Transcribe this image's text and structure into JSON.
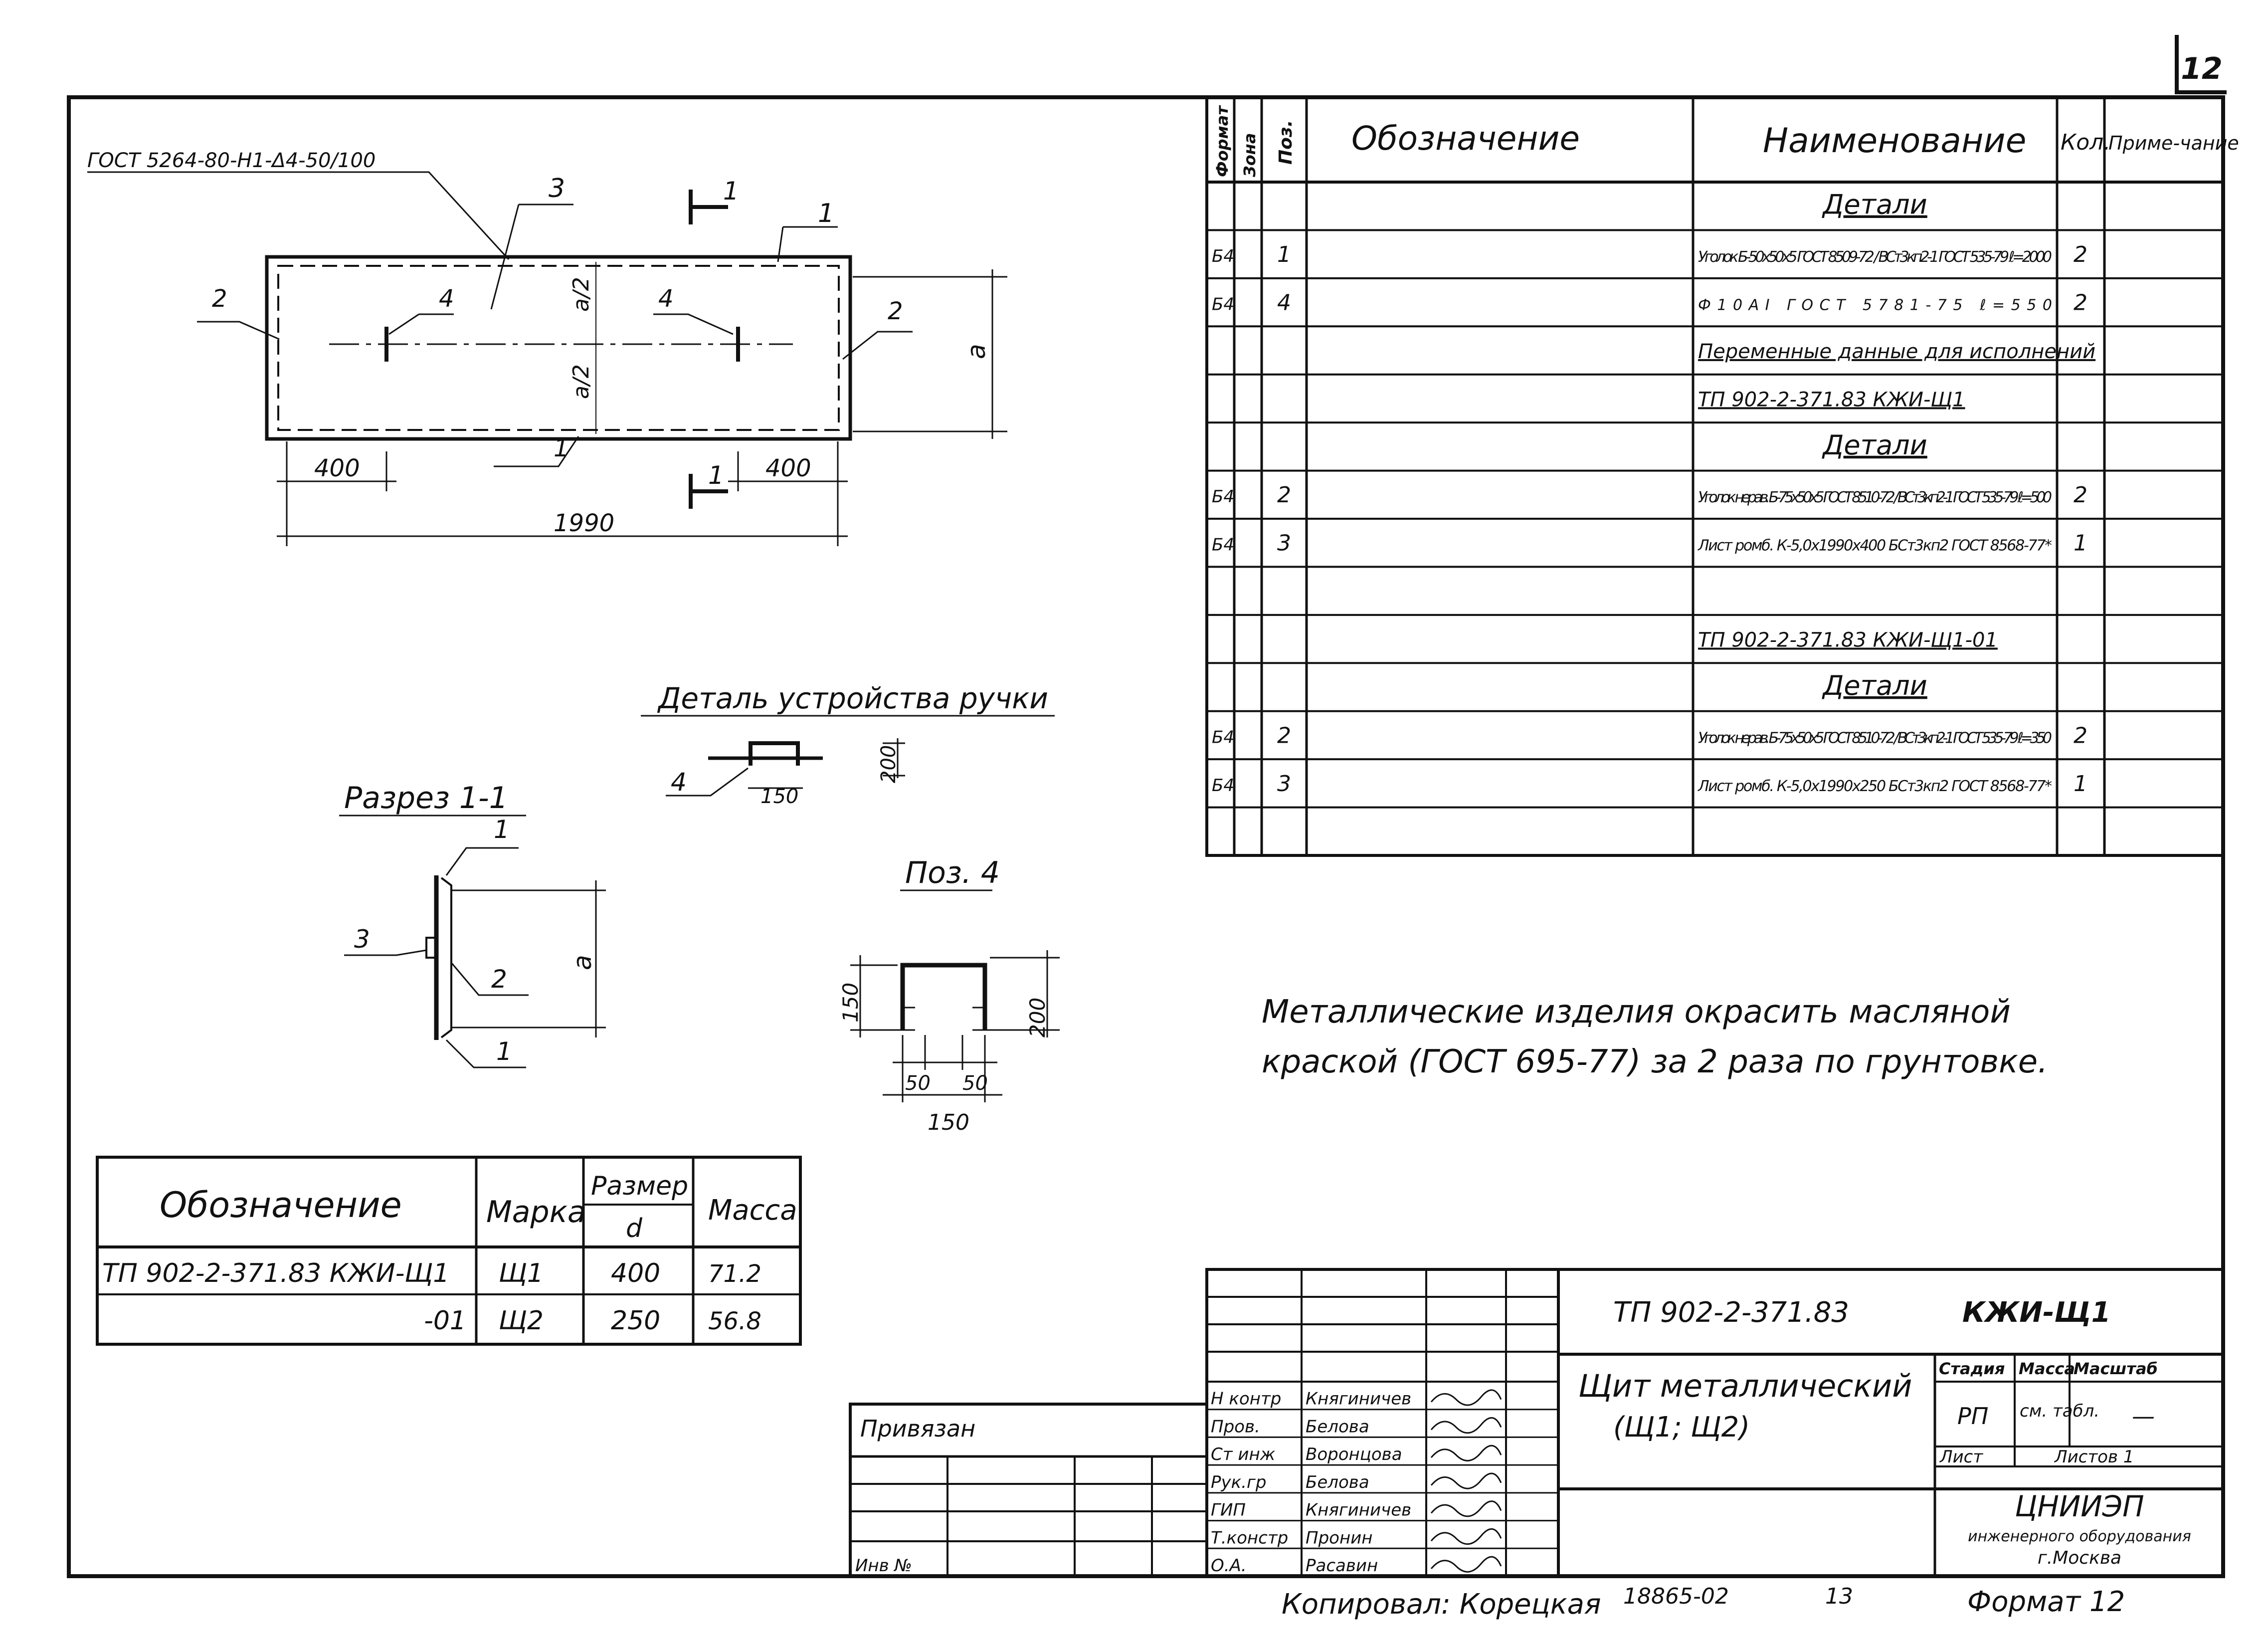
{
  "sheet_number": "12",
  "plan_view": {
    "weld_note": "ГОСТ 5264-80-Н1-Δ4-50/100",
    "pos_3": "3",
    "pos_2_left": "2",
    "pos_2_right": "2",
    "pos_4_left": "4",
    "pos_4_right": "4",
    "pos_1_bottom": "1",
    "pos_1_top": "1",
    "dim_a_half_top": "a/2",
    "dim_a_half_bottom": "a/2",
    "dim_a": "a",
    "dim_400_left": "400",
    "dim_400_right": "400",
    "dim_1990": "1990",
    "section_mark_top": "1",
    "section_mark_bottom": "1"
  },
  "handle_detail": {
    "title": "Деталь устройства ручки",
    "pos": "4",
    "dim_w": "150",
    "dim_h": "200"
  },
  "section_view": {
    "title": "Разрез 1-1",
    "pos_1_top": "1",
    "pos_3": "3",
    "pos_2": "2",
    "pos_1_bottom": "1",
    "dim_a": "a"
  },
  "pos4_detail": {
    "title": "Поз. 4",
    "dim_150_left": "150",
    "dim_200": "200",
    "dim_50_a": "50",
    "dim_50_b": "50",
    "dim_150_bottom": "150"
  },
  "spec_table": {
    "headers": {
      "format": "Формат",
      "zone": "Зона",
      "pos": "Поз.",
      "designation": "Обозначение",
      "name": "Наименование",
      "qty": "Кол.",
      "note": "Приме-чание"
    },
    "rows": [
      {
        "fmt": "",
        "pos": "",
        "name": "Детали",
        "qty": "",
        "kind": "heading"
      },
      {
        "fmt": "Б4",
        "pos": "1",
        "name": "Уголок Б-50х50х5 ГОСТ 8509-72 / ВСт3кп2-1 ГОСТ 535-79  ℓ=2000",
        "qty": "2",
        "kind": "item"
      },
      {
        "fmt": "Б4",
        "pos": "4",
        "name": "Ф10АI ГОСТ 5781-75  ℓ=550",
        "qty": "2",
        "kind": "item"
      },
      {
        "fmt": "",
        "pos": "",
        "name": "Переменные данные для исполнений",
        "qty": "",
        "kind": "subheading"
      },
      {
        "fmt": "",
        "pos": "",
        "name": "ТП 902-2-371.83  КЖИ-Щ1",
        "qty": "",
        "kind": "subheading"
      },
      {
        "fmt": "",
        "pos": "",
        "name": "Детали",
        "qty": "",
        "kind": "heading"
      },
      {
        "fmt": "Б4",
        "pos": "2",
        "name": "Уголок нерав. Б-75х50х5 ГОСТ 8510-72 / ВСт3кп2-1 ГОСТ 535-79  ℓ=500",
        "qty": "2",
        "kind": "item"
      },
      {
        "fmt": "Б4",
        "pos": "3",
        "name": "Лист ромб. К-5,0х1990х400 БСт3кп2 ГОСТ 8568-77*",
        "qty": "1",
        "kind": "item"
      },
      {
        "fmt": "",
        "pos": "",
        "name": "",
        "qty": "",
        "kind": "blank"
      },
      {
        "fmt": "",
        "pos": "",
        "name": "ТП 902-2-371.83  КЖИ-Щ1-01",
        "qty": "",
        "kind": "subheading"
      },
      {
        "fmt": "",
        "pos": "",
        "name": "Детали",
        "qty": "",
        "kind": "heading"
      },
      {
        "fmt": "Б4",
        "pos": "2",
        "name": "Уголок нерав. Б-75х50х5 ГОСТ 8510-72 / ВСт3кп2-1 ГОСТ 535-79  ℓ=350",
        "qty": "2",
        "kind": "item"
      },
      {
        "fmt": "Б4",
        "pos": "3",
        "name": "Лист ромб. К-5,0х1990х250 БСт3кп2 ГОСТ 8568-77*",
        "qty": "1",
        "kind": "item"
      },
      {
        "fmt": "",
        "pos": "",
        "name": "",
        "qty": "",
        "kind": "blank"
      }
    ]
  },
  "note": {
    "line1": "Металлические изделия окрасить масляной",
    "line2": "краской (ГОСТ 695-77) за 2 раза по грунтовке."
  },
  "variant_table": {
    "h_designation": "Обозначение",
    "h_mark": "Марка",
    "h_size": "Размер",
    "h_size_sub": "d",
    "h_mass": "Масса",
    "rows": [
      {
        "designation": "ТП 902-2-371.83  КЖИ-Щ1",
        "mark": "Щ1",
        "size": "400",
        "mass": "71.2"
      },
      {
        "designation": "-01",
        "mark": "Щ2",
        "size": "250",
        "mass": "56.8"
      }
    ]
  },
  "title_block": {
    "privyazan": "Привязан",
    "inv_no": "Инв №",
    "signatures": [
      {
        "role": "Н контр",
        "name": "Княгиничев"
      },
      {
        "role": "Пров.",
        "name": "Белова"
      },
      {
        "role": "Ст инж",
        "name": "Воронцова"
      },
      {
        "role": "Рук.гр",
        "name": "Белова"
      },
      {
        "role": "ГИП",
        "name": "Княгиничев"
      },
      {
        "role": "Т.констр",
        "name": "Пронин"
      },
      {
        "role": "О.А.",
        "name": "Расавин"
      }
    ],
    "doc_code": "ТП 902-2-371.83",
    "mark_code": "КЖИ-Щ1",
    "title_line1": "Щит металлический",
    "title_line2": "(Щ1; Щ2)",
    "h_stage": "Стадия",
    "h_mass": "Масса",
    "h_scale": "Масштаб",
    "stage": "РП",
    "mass": "см. табл.",
    "scale": "—",
    "sheet_label": "Лист",
    "sheets_label": "Листов 1",
    "org_name": "ЦНИИЭП",
    "org_sub": "инженерного оборудования",
    "org_city": "г.Москва"
  },
  "footer": {
    "copied": "Копировал: Корецкая",
    "order_no": "18865-02",
    "page": "13",
    "format": "Формат 12"
  }
}
